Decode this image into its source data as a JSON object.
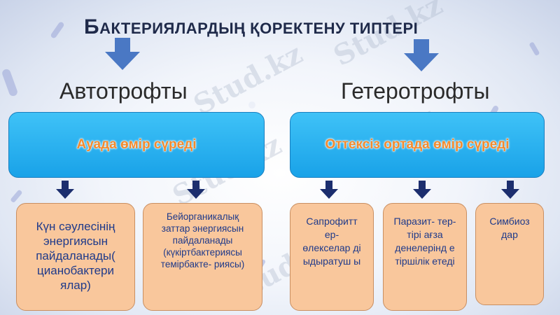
{
  "title": {
    "first_letter": "Б",
    "rest": "АКТЕРИЯЛАРДЫҢ ҚОРЕКТЕНУ ТИПТЕРІ"
  },
  "watermark": "Stud.kz",
  "left": {
    "category": "Автотрофты",
    "habitat": "Ауада өмір сүреді",
    "types": [
      "Күн сәулесінің энергиясын пайдаланады( цианобактери ялар)",
      "Бейорганикалық заттар энергиясын пайдаланады (күкіртбактериясы темірбакте- риясы)"
    ]
  },
  "right": {
    "category": "Гетеротрофты",
    "habitat": "Оттексіз ортада өмір сүреді",
    "types": [
      "Сапрофитт ер- өлекселар ді ыдыратуш ы",
      "Паразит- тер- тірі ағза денелерінд е тіршілік етеді",
      "Симбиоз дар"
    ]
  },
  "colors": {
    "arrow": "#4a78c4",
    "small_arrow": "#1c2e6e",
    "habitat_box": "#2db4f2",
    "habitat_text": "#f28a2e",
    "type_box": "#f9c79c",
    "type_text": "#1f3a8a"
  }
}
